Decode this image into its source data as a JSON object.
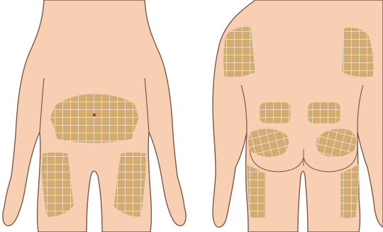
{
  "colors": {
    "background": "#ffffff",
    "skin": "#f9cfb3",
    "outline": "#7a5a48",
    "injection_zone": "#d2ab72",
    "zone_grid": "#f8f3e8",
    "navel": "#a8324a"
  },
  "figures": [
    {
      "view": "front",
      "zones": [
        "abdomen-zone",
        "left-thigh-zone",
        "right-thigh-zone"
      ],
      "marker": "navel-dot"
    },
    {
      "view": "back",
      "zones": [
        "left-upper-arm-zone",
        "right-upper-arm-zone",
        "left-lower-back-zone",
        "right-lower-back-zone",
        "left-buttock-zone",
        "right-buttock-zone",
        "left-back-thigh-zone",
        "right-back-thigh-zone"
      ]
    }
  ]
}
